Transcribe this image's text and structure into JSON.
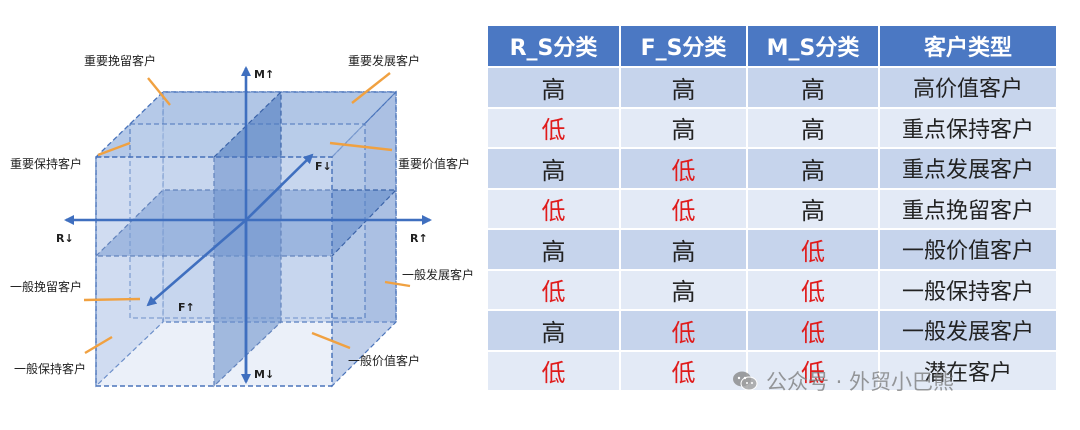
{
  "diagram": {
    "cube_labels": {
      "top_left": "重要挽留客户",
      "top_right": "重要发展客户",
      "left_upper": "重要保持客户",
      "right_upper": "重要价值客户",
      "left_lower": "一般挽留客户",
      "right_lower": "一般发展客户",
      "bottom_left": "一般保持客户",
      "bottom_right": "一般价值客户"
    },
    "axes": {
      "m_up": "M↑",
      "m_down": "M↓",
      "r_left": "R↓",
      "r_right": "R↑",
      "f_back": "F↓",
      "f_front": "F↑"
    }
  },
  "table": {
    "headers": [
      "R_S分类",
      "F_S分类",
      "M_S分类",
      "客户类型"
    ],
    "rows": [
      {
        "r": "高",
        "f": "高",
        "m": "高",
        "type": "高价值客户"
      },
      {
        "r": "低",
        "f": "高",
        "m": "高",
        "type": "重点保持客户"
      },
      {
        "r": "高",
        "f": "低",
        "m": "高",
        "type": "重点发展客户"
      },
      {
        "r": "低",
        "f": "低",
        "m": "高",
        "type": "重点挽留客户"
      },
      {
        "r": "高",
        "f": "高",
        "m": "低",
        "type": "一般价值客户"
      },
      {
        "r": "低",
        "f": "高",
        "m": "低",
        "type": "一般保持客户"
      },
      {
        "r": "高",
        "f": "低",
        "m": "低",
        "type": "一般发展客户"
      },
      {
        "r": "低",
        "f": "低",
        "m": "低",
        "type": "潜在客户"
      }
    ],
    "low_value": "低",
    "colors": {
      "low": "#e01b1b",
      "high": "#222222",
      "header_bg": "#4b78c3"
    }
  },
  "watermark": {
    "text": "公众号 · 外贸小巴熊",
    "icon": "wechat-icon"
  }
}
